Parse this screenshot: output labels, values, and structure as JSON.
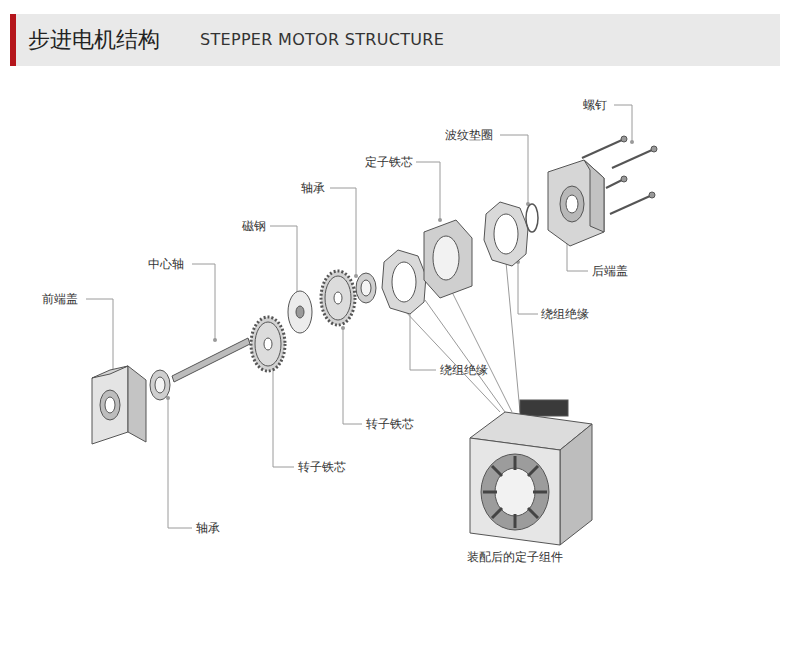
{
  "diagram": {
    "title": "步进电机结构",
    "labels": [
      "STEPPER MOTOR STRUCTURE",
      "螺钉",
      "波纹垫圈",
      "定子铁芯",
      "轴承",
      "磁钢",
      "中心轴",
      "前端盖",
      "后端盖",
      "绕组绝缘",
      "绕组绝缘",
      "转子铁芯",
      "转子铁芯",
      "轴承",
      "装配后的定子组件"
    ]
  }
}
